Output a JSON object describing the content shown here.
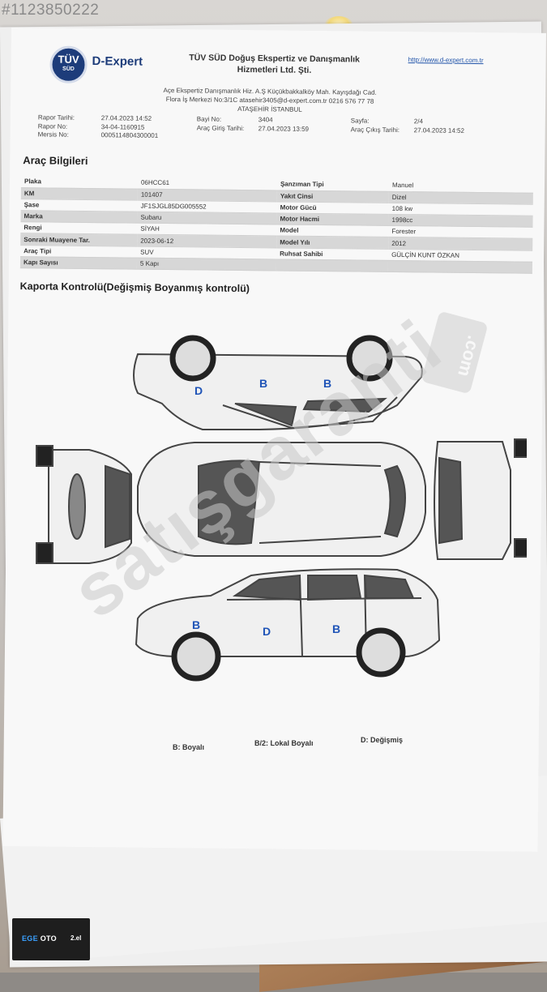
{
  "watermark_id": "#1123850222",
  "header": {
    "logo_text": "TÜV",
    "logo_sub": "SÜD",
    "brand": "D-Expert",
    "company_line1": "TÜV SÜD Doğuş Ekspertiz ve Danışmanlık",
    "company_line2": "Hizmetleri Ltd. Şti.",
    "url": "http://www.d-expert.com.tr",
    "address_line1": "Açe Ekspertiz Danışmanlık Hiz. A.Ş Küçükbakkalköy Mah. Kayışdağı Cad.",
    "address_line2": "Flora İş Merkezi No:3/1C atasehir3405@d-expert.com.tr 0216 576 77 78",
    "address_line3": "ATAŞEHİR İSTANBUL"
  },
  "meta": {
    "rapor_tarihi_label": "Rapor Tarihi:",
    "rapor_tarihi": "27.04.2023 14:52",
    "rapor_no_label": "Rapor No:",
    "rapor_no": "34-04-1160915",
    "mersis_label": "Mersis No:",
    "mersis": "0005114804300001",
    "bayi_label": "Bayi No:",
    "bayi": "3404",
    "giris_label": "Araç Giriş Tarihi:",
    "giris": "27.04.2023 13:59",
    "sayfa_label": "Sayfa:",
    "sayfa": "2/4",
    "cikis_label": "Araç Çıkış Tarihi:",
    "cikis": "27.04.2023 14:52"
  },
  "vehicle_section_title": "Araç Bilgileri",
  "vehicle_rows": [
    {
      "k1": "Plaka",
      "v1": "06HCC61",
      "k2": "Şanzıman Tipi",
      "v2": "Manuel"
    },
    {
      "k1": "KM",
      "v1": "101407",
      "k2": "Yakıt Cinsi",
      "v2": "Dizel"
    },
    {
      "k1": "Şase",
      "v1": "JF1SJGL85DG005552",
      "k2": "Motor Gücü",
      "v2": "108 kw"
    },
    {
      "k1": "Marka",
      "v1": "Subaru",
      "k2": "Motor Hacmi",
      "v2": "1998cc"
    },
    {
      "k1": "Rengi",
      "v1": "SİYAH",
      "k2": "Model",
      "v2": "Forester"
    },
    {
      "k1": "Sonraki Muayene Tar.",
      "v1": "2023-06-12",
      "k2": "Model Yılı",
      "v2": "2012"
    },
    {
      "k1": "Araç Tipi",
      "v1": "SUV",
      "k2": "Ruhsat Sahibi",
      "v2": "GÜLÇİN KUNT ÖZKAN"
    },
    {
      "k1": "Kapı Sayısı",
      "v1": "5 Kapı",
      "k2": "",
      "v2": ""
    }
  ],
  "body_section_title": "Kaporta Kontrolü(Değişmiş Boyanmış kontrolü)",
  "marks": {
    "top_front_door": "D",
    "top_middle": "B",
    "top_rear": "B",
    "bottom_front_fender": "B",
    "bottom_front_door": "D",
    "bottom_rear_door": "B"
  },
  "legend": {
    "boyali": "B: Boyalı",
    "lokal": "B/2: Lokal Boyalı",
    "degismis": "D: Değişmiş"
  },
  "watermark": "satışgaranti",
  "watermark_com": ".com",
  "badge": {
    "brand_a": "EGE",
    "brand_b": "OTO",
    "suffix": "2.el"
  }
}
